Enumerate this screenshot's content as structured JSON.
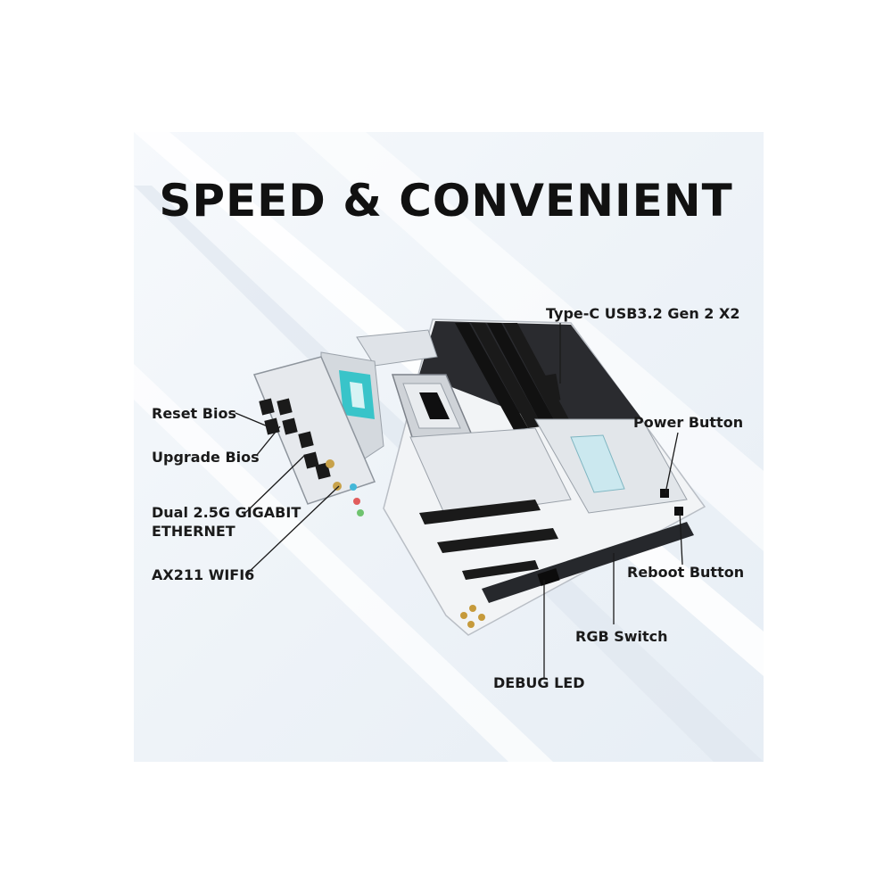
{
  "heading": "SPEED & CONVENIENT",
  "callouts": {
    "reset_bios": "Reset Bios",
    "upgrade_bios": "Upgrade Bios",
    "ethernet_line1": "Dual 2.5G GIGABIT",
    "ethernet_line2": "ETHERNET",
    "wifi": "AX211 WIFI6",
    "type_c": "Type-C USB3.2 Gen 2 X2",
    "power_button": "Power Button",
    "reboot_button": "Reboot Button",
    "rgb_switch": "RGB Switch",
    "debug_led": "DEBUG LED"
  },
  "colors": {
    "board_white": "#f2f4f6",
    "board_black": "#1b1c1f",
    "heatsink_silver": "#d9dde2",
    "accent_teal": "#39c4c9"
  }
}
